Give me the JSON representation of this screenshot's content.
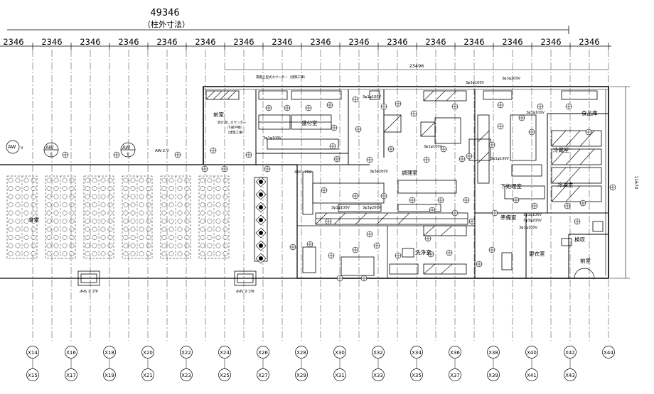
{
  "overall": {
    "dimension": "49346",
    "note": "（柱外寸法）"
  },
  "bay_dimension": "2346",
  "kitchen_dimension": "23496",
  "height_dimension": "11670",
  "rooms": {
    "dining": "食堂",
    "front_left": "前室",
    "plating": "盛付室",
    "cooking": "調理室",
    "washing": "洗浄室",
    "prep": "下処理室",
    "storage": "食品庫",
    "cold": "冷蔵室",
    "freezer": "冷凍室",
    "locker": "更衣室",
    "front_right": "前室",
    "ready": "準備室",
    "receiving": "検収"
  },
  "notes": {
    "counter_top": "運搬上型式カウンター（建築工事）",
    "counter_left_1": "受け渡しカウンター",
    "counter_left_2": "（下部戸棚）",
    "counter_left_3": "（建築工事）",
    "dim_450": "450",
    "dim_750": "750"
  },
  "elec": {
    "e1": "3φ3φ100V",
    "e2": "3φ3φ200V",
    "e3": "3φ1φ100V",
    "e4": "3φ3φ200V",
    "e5": "3φ1φ100V",
    "e6": "3φ3φ200V",
    "e7": "3φ1φ100V",
    "e8": "3φ1φ100V",
    "e9": "3φ3φ100V",
    "e10": "1φ1φ100V",
    "e11": "3φ3φ200V",
    "e12": "3φ1φ100V",
    "e13": "3φ1φ100V"
  },
  "aw_labels": [
    "AW",
    "AW",
    "AW"
  ],
  "aw_num": "1",
  "aw_v": "V",
  "aw_tag": "AW-2:V",
  "ac_units": [
    "A/C P. SHP",
    "A/C P. SHP"
  ],
  "column_axes_top": [
    "X14",
    "X16",
    "X18",
    "X20",
    "X22",
    "X24",
    "X26",
    "X28",
    "X30",
    "X32",
    "X34",
    "X36",
    "X38",
    "X40",
    "X42",
    "X44"
  ],
  "column_axes_bottom": [
    "X15",
    "X17",
    "X19",
    "X21",
    "X23",
    "X25",
    "X27",
    "X29",
    "X31",
    "X33",
    "X35",
    "X37",
    "X39",
    "X41",
    "X43"
  ]
}
